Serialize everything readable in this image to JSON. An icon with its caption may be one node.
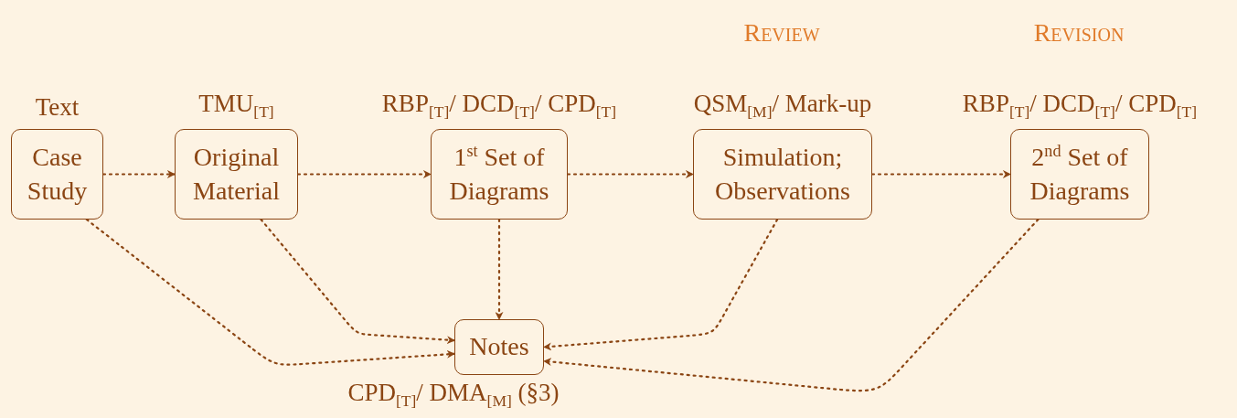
{
  "diagram": {
    "nodes": [
      {
        "text": [
          "Case Study"
        ],
        "beside": [
          "Text"
        ]
      },
      {
        "text": [
          "Original Material"
        ],
        "beside": [
          "TMU$_{[T]}$"
        ]
      },
      {
        "text": [
          "1$^{st}$ Set of Diagrams"
        ],
        "beside": [
          "RBP$_{[T]}$/ DCD$_{[T]}$/ CPD$_{[T]}$"
        ]
      },
      {
        "text": [
          "Simulation; Observations"
        ],
        "beside": [
          "QSM$_{[M]}$/ Mark-up"
        ]
      },
      {
        "text": [
          "2$^{nd}$ Set of Diagrams"
        ],
        "beside": [
          "RBP$_{[T]}$/ DCD$_{[T]}$/ CPD$_{[T]}$"
        ]
      },
      {
        "text": [
          "Notes"
        ],
        "beside": [
          "CPD$_{[T]}$/ DMA$_{[M]}$ (§3)"
        ]
      }
    ],
    "edges": [
      {
        "from": 0,
        "to": 1,
        "arrow": "to"
      },
      {
        "from": 1,
        "to": 2,
        "arrow": "to"
      },
      {
        "from": 2,
        "to": 3,
        "arrow": "to"
      },
      {
        "from": 3,
        "to": 4,
        "arrow": "to"
      },
      {
        "from": 0,
        "to": 5,
        "arrow": "to"
      },
      {
        "from": 1,
        "to": 5,
        "arrow": "to"
      },
      {
        "from": 2,
        "to": 5,
        "arrow": "to"
      },
      {
        "from": 3,
        "to": 5,
        "arrow": "to"
      },
      {
        "from": 4,
        "to": 5,
        "arrow": "to"
      }
    ],
    "labels": [
      "Review",
      "Revision"
    ]
  }
}
